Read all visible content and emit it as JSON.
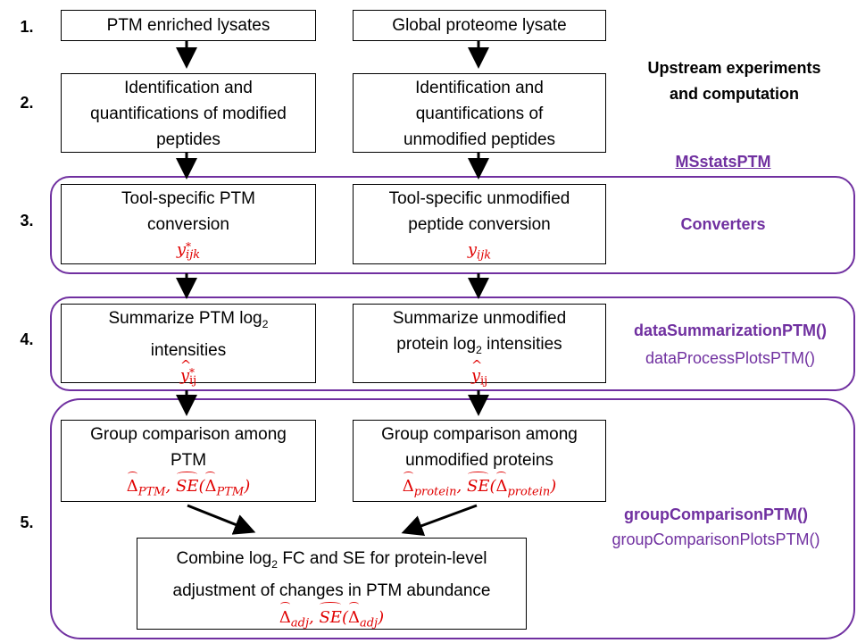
{
  "steps": [
    "1.",
    "2.",
    "3.",
    "4.",
    "5."
  ],
  "row1": {
    "left": "PTM enriched lysates",
    "right": "Global proteome lysate"
  },
  "row2": {
    "left": [
      "Identification and",
      "quantifications of modified",
      "peptides"
    ],
    "right": [
      "Identification and",
      "quantifications of",
      "unmodified peptides"
    ]
  },
  "upstream_label": [
    "Upstream experiments",
    "and computation"
  ],
  "msstats_label": "MSstatsPTM",
  "row3": {
    "left": [
      "Tool-specific PTM",
      "conversion"
    ],
    "right": [
      "Tool-specific unmodified",
      "peptide conversion"
    ],
    "left_math": "y*ijk",
    "right_math": "yijk",
    "group_label": "Converters"
  },
  "row4": {
    "left": [
      "Summarize PTM log",
      "2",
      " intensities"
    ],
    "right": [
      "Summarize unmodified",
      "protein log",
      "2",
      " intensities"
    ],
    "left_math": "ŷ*ij",
    "right_math": "ŷij",
    "func_bold": "dataSummarizationPTM()",
    "func": "dataProcessPlotsPTM()"
  },
  "row5": {
    "left": [
      "Group comparison among",
      "PTM"
    ],
    "right": [
      "Group comparison among",
      "unmodified proteins"
    ],
    "left_math": "Δ̂PTM, SE(Δ̂PTM)",
    "right_math": "Δ̂protein, SE(Δ̂protein)",
    "combine": [
      "Combine log",
      "2",
      " FC and SE for protein-level",
      "adjustment of changes in PTM abundance"
    ],
    "combine_math": "Δ̂adj, SE(Δ̂adj)",
    "func_bold": "groupComparisonPTM()",
    "func": "groupComparisonPlotsPTM()"
  },
  "colors": {
    "purple": "#7030a0",
    "red": "#e00000"
  }
}
